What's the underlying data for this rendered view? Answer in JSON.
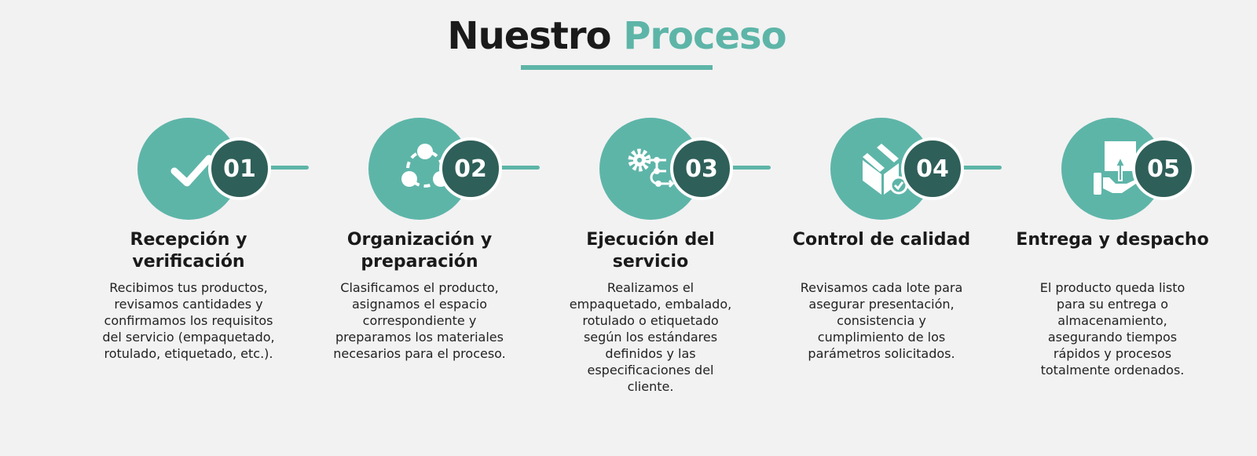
{
  "title": {
    "part1": "Nuestro",
    "part2": "Proceso"
  },
  "colors": {
    "teal": "#5db5a8",
    "dark": "#2f5f59",
    "background": "#f2f2f2"
  },
  "steps": [
    {
      "number": "01",
      "icon": "checkmark-icon",
      "title": "Recepción y verificación",
      "description": "Recibimos tus productos, revisamos cantidades y confirmamos los requisitos del servicio (empaquetado, rotulado, etiquetado, etc.)."
    },
    {
      "number": "02",
      "icon": "network-icon",
      "title": "Organización y preparación",
      "description": "Clasificamos el producto, asignamos el espacio correspondiente y preparamos los materiales necesarios para el proceso."
    },
    {
      "number": "03",
      "icon": "gear-workflow-icon",
      "title": "Ejecución del servicio",
      "description": "Realizamos el empaquetado, embalado, rotulado o etiquetado según los estándares definidos y las especificaciones del cliente."
    },
    {
      "number": "04",
      "icon": "box-check-icon",
      "title": "Control de calidad",
      "description": "Revisamos cada lote para asegurar presentación, consistencia y cumplimiento de los parámetros solicitados."
    },
    {
      "number": "05",
      "icon": "hand-box-delivery-icon",
      "title": "Entrega y despacho",
      "description": "El producto queda listo para su entrega o almacenamiento, asegurando tiempos rápidos y procesos totalmente ordenados."
    }
  ]
}
